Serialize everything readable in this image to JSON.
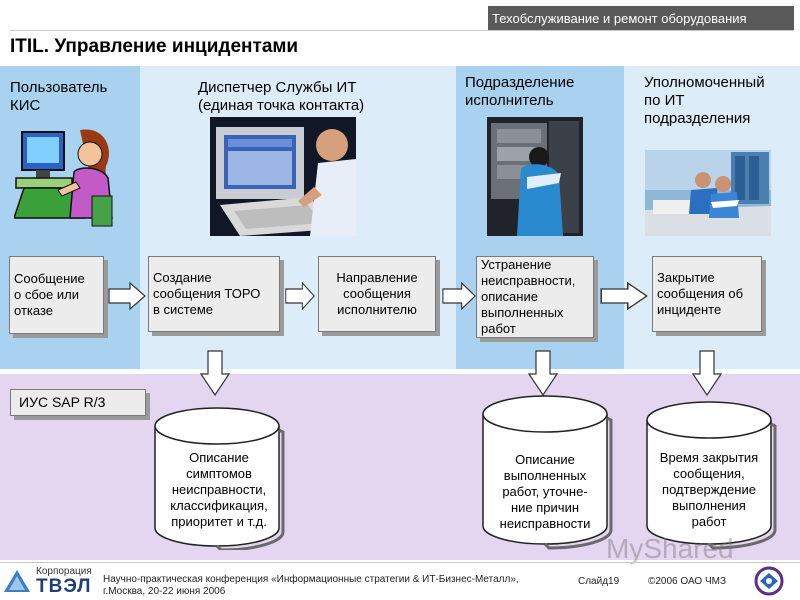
{
  "header": {
    "banner": "Техобслуживание и ремонт оборудования",
    "title": "ITIL. Управление инцидентами"
  },
  "columns": [
    {
      "title_lines": [
        "Пользователь",
        "КИС"
      ]
    },
    {
      "title_lines": [
        "Диспетчер Службы ИТ",
        "(единая точка контакта)"
      ]
    },
    {
      "title_lines": [
        "Подразделение",
        "исполнитель"
      ]
    },
    {
      "title_lines": [
        "Уполномоченный",
        "по ИТ",
        "подразделения"
      ]
    }
  ],
  "process": [
    {
      "lines": [
        "Сообщение",
        "о сбое или",
        "отказе"
      ]
    },
    {
      "lines": [
        "Создание",
        "сообщения ТОРО",
        "в системе"
      ]
    },
    {
      "lines": [
        "Направление",
        "сообщения",
        "исполнителю"
      ]
    },
    {
      "lines": [
        "Устранение",
        "неисправности,",
        "описание",
        "выполненных",
        "работ"
      ]
    },
    {
      "lines": [
        "Закрытие",
        "сообщения об",
        "инциденте"
      ]
    }
  ],
  "system": {
    "label": "ИУС SAP R/3"
  },
  "databases": [
    {
      "lines": [
        "Описание",
        "симптомов",
        "неисправности,",
        "классификация,",
        "приоритет и т.д."
      ]
    },
    {
      "lines": [
        "Описание",
        "выполненных",
        "работ, уточне-",
        "ние причин",
        "неисправности"
      ]
    },
    {
      "lines": [
        "Время закрытия",
        "сообщения,",
        "подтверждение",
        "выполнения",
        "работ"
      ]
    }
  ],
  "footer": {
    "logo_small": "Корпорация",
    "logo_big": "ТВЭЛ",
    "conference": "Научно-практическая конференция «Информационные стратегии & ИТ-Бизнес-Металл»,",
    "location": "г.Москва, 20-22 июня 2006",
    "slide": "Слайд19",
    "copyright": "©2006 ОАО ЧМЗ",
    "watermark": "MyShared"
  },
  "colors": {
    "band_blue": "#a9d2f0",
    "band_light": "#dcecf8",
    "band_purple": "#e4d6f0",
    "box_fill": "#ececec",
    "banner": "#5a5a5a"
  },
  "icons": [
    "user-at-computer-illustration",
    "dispatcher-photo",
    "technician-photo",
    "office-workers-photo",
    "right-arrow-icon",
    "down-arrow-icon",
    "database-cylinder-icon",
    "tvel-logo",
    "chmz-logo"
  ]
}
